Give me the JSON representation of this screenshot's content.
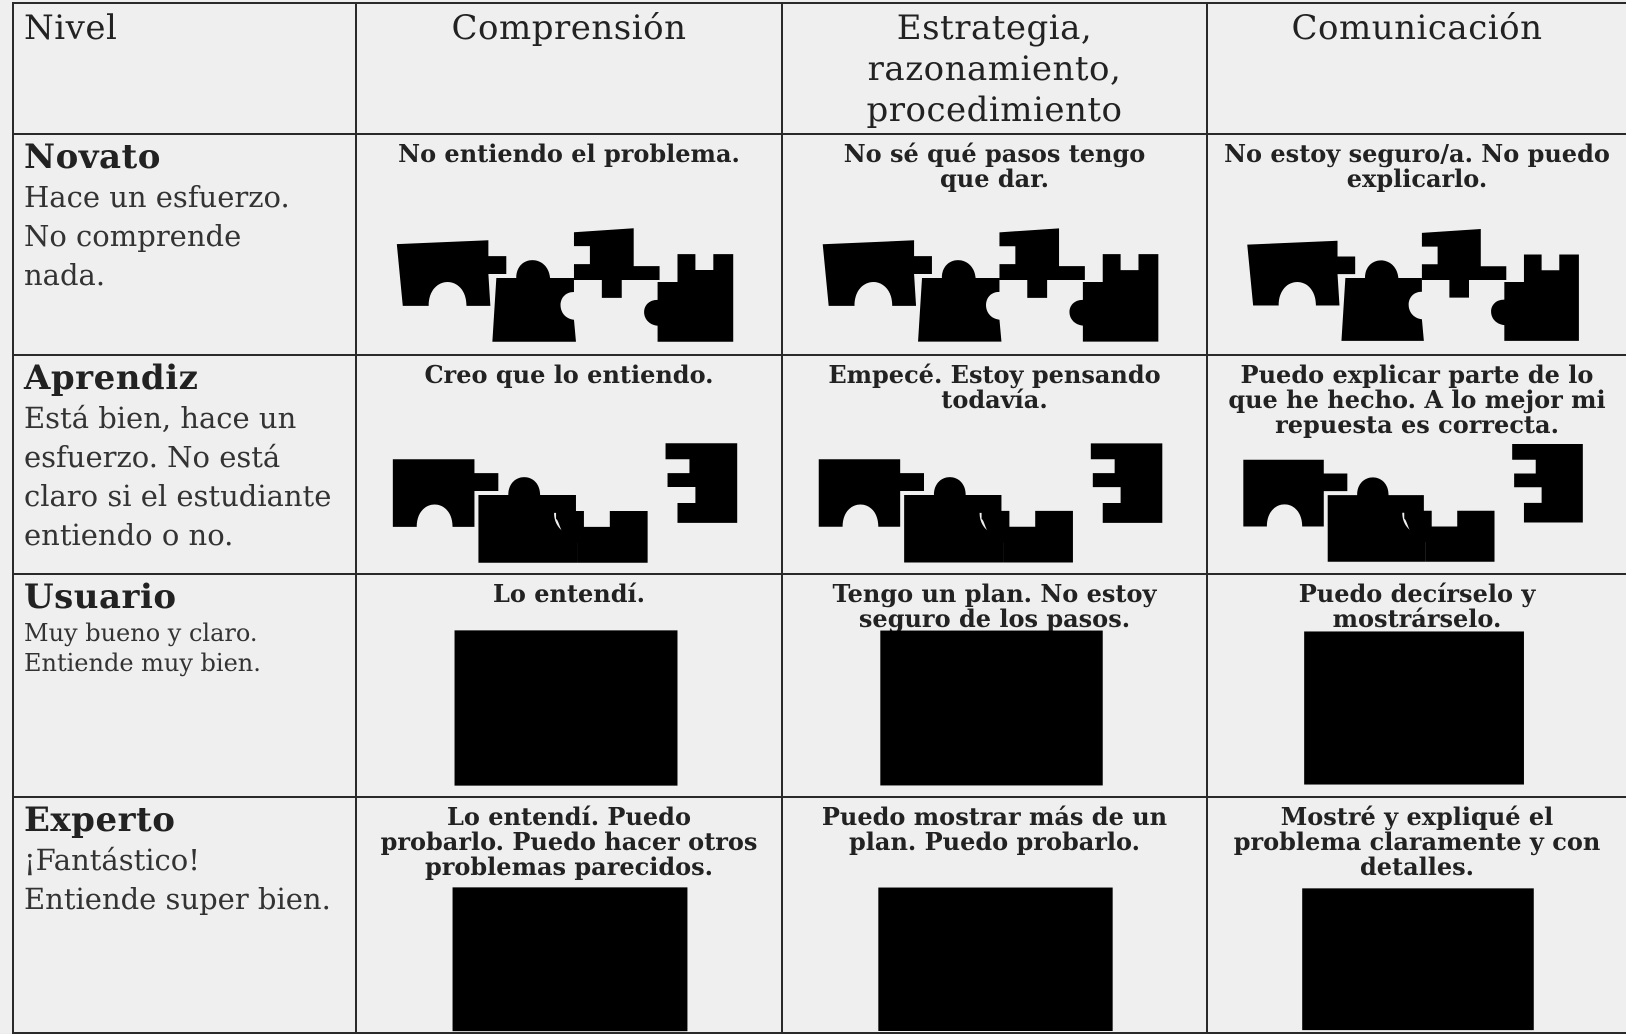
{
  "header": {
    "nivel": "Nivel",
    "comprension": "Comprensión",
    "estrategia": "Estrategia,\nrazonamiento,\nprocedimiento",
    "comunicacion": "Comunicación"
  },
  "rows": [
    {
      "name": "Novato",
      "description": "Hace un esfuerzo.\nNo comprende\nnada.",
      "comprension": "No entiendo el problema.",
      "estrategia": "No sé qué pasos tengo\nque dar.",
      "comunicacion": "No estoy seguro/a. No puedo\nexplicarlo.",
      "icon": "scattered-puzzle-icon"
    },
    {
      "name": "Aprendiz",
      "description": "Está bien, hace un\nesfuerzo. No está\nclaro si el estudiante\nentiendo o no.",
      "comprension": "Creo que lo entiendo.",
      "estrategia": "Empecé. Estoy pensando\ntodavía.",
      "comunicacion": "Puedo explicar parte de lo\nque he hecho. A lo mejor mi\nrepuesta es correcta.",
      "icon": "partial-puzzle-icon"
    },
    {
      "name": "Usuario",
      "description": "Muy bueno y claro.\nEntiende muy bien.",
      "comprension": "Lo entendí.",
      "estrategia": "Tengo un plan. No estoy\nseguro de los pasos.",
      "comunicacion": "Puedo decírselo y\nmostrárselo.",
      "icon": "assembled-puzzle-icon"
    },
    {
      "name": "Experto",
      "description": "¡Fantástico!\nEntiende super bien.",
      "comprension": "Lo entendí. Puedo\nprobarlo. Puedo hacer otros\nproblemas parecidos.",
      "estrategia": "Puedo mostrar más de un\nplan. Puedo probarlo.",
      "comunicacion": "Mostré y expliqué el\nproblema claramente y con\ndetalles.",
      "icon": "radiant-puzzle-icon"
    }
  ]
}
